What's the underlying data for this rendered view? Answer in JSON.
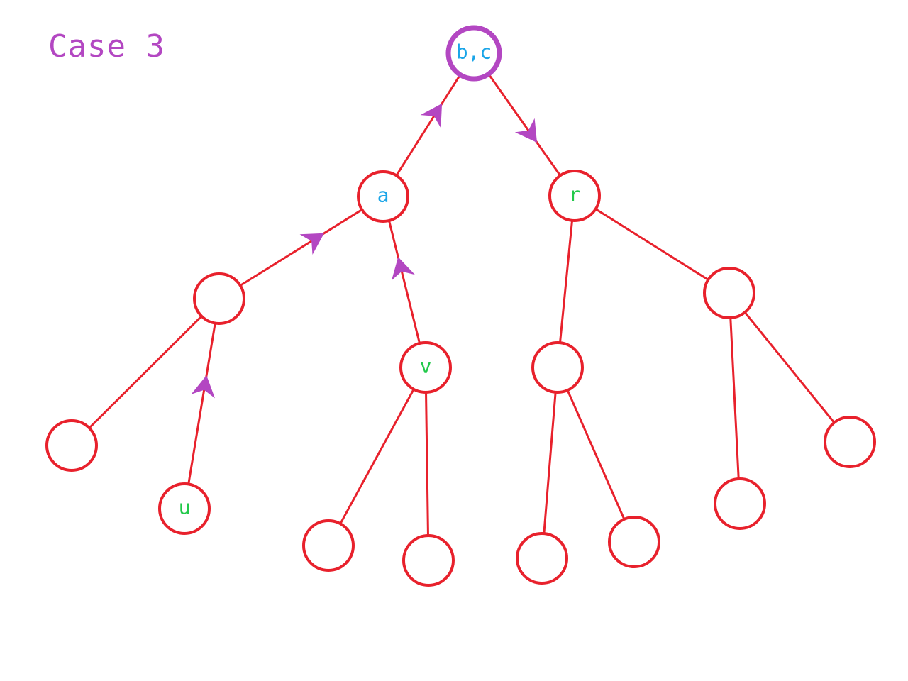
{
  "title": "Case 3",
  "colors": {
    "title": "#b347c2",
    "edge": "#e8212c",
    "node_border": "#e8212c",
    "highlight_border": "#b347c2",
    "arrow": "#b347c2",
    "label_blue": "#1aa5e8",
    "label_green": "#22c94a"
  },
  "nodes": [
    {
      "id": "root",
      "label": "b,c",
      "label_color": "blue",
      "highlight": true
    },
    {
      "id": "a",
      "label": "a",
      "label_color": "blue"
    },
    {
      "id": "r",
      "label": "r",
      "label_color": "green"
    },
    {
      "id": "n1",
      "label": ""
    },
    {
      "id": "v",
      "label": "v",
      "label_color": "green"
    },
    {
      "id": "n2",
      "label": ""
    },
    {
      "id": "n3",
      "label": ""
    },
    {
      "id": "n4",
      "label": ""
    },
    {
      "id": "u",
      "label": "u",
      "label_color": "green"
    },
    {
      "id": "n5",
      "label": ""
    },
    {
      "id": "n6",
      "label": ""
    },
    {
      "id": "n7",
      "label": ""
    },
    {
      "id": "n8",
      "label": ""
    },
    {
      "id": "n9",
      "label": ""
    },
    {
      "id": "n10",
      "label": ""
    }
  ],
  "edges": [
    {
      "from": "root",
      "to": "a",
      "arrow": "to-parent"
    },
    {
      "from": "root",
      "to": "r",
      "arrow": "to-child"
    },
    {
      "from": "a",
      "to": "n1",
      "arrow": "to-parent"
    },
    {
      "from": "a",
      "to": "v",
      "arrow": "to-parent"
    },
    {
      "from": "r",
      "to": "n2"
    },
    {
      "from": "r",
      "to": "n3"
    },
    {
      "from": "n1",
      "to": "n4"
    },
    {
      "from": "n1",
      "to": "u",
      "arrow": "to-parent"
    },
    {
      "from": "v",
      "to": "n5"
    },
    {
      "from": "v",
      "to": "n6"
    },
    {
      "from": "n2",
      "to": "n7"
    },
    {
      "from": "n2",
      "to": "n8"
    },
    {
      "from": "n3",
      "to": "n9"
    },
    {
      "from": "n3",
      "to": "n10"
    }
  ]
}
